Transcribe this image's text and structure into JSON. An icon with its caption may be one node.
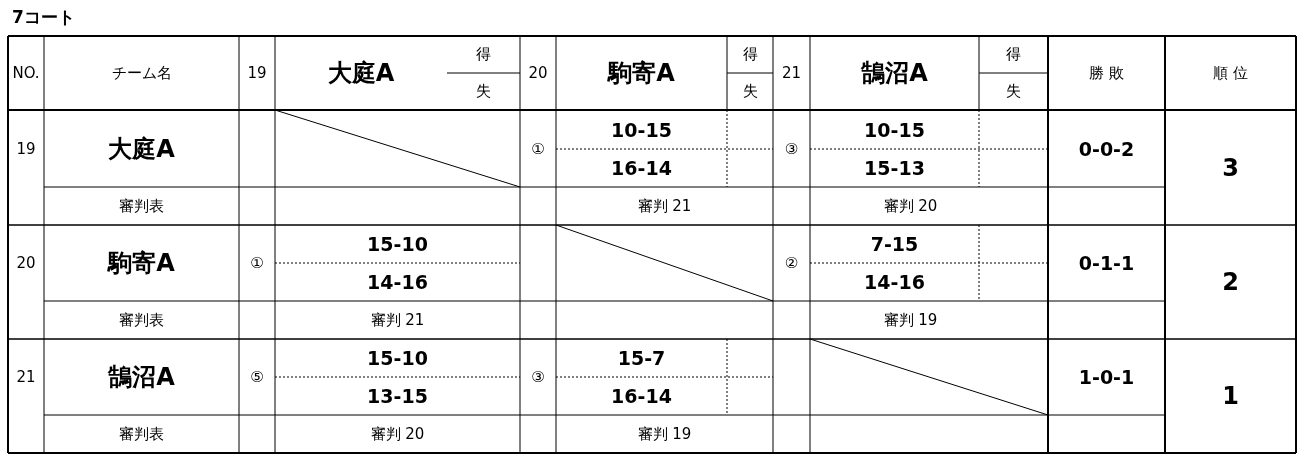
{
  "diagram": {
    "title": "7コート",
    "labels": [
      "NO.",
      "チーム名",
      "19",
      "大庭A",
      "得",
      "失",
      "20",
      "駒寄A",
      "得",
      "失",
      "21",
      "鵠沼A",
      "得",
      "失",
      "勝 敗",
      "順 位",
      "19",
      "大庭A",
      "①",
      "10-15",
      "16-14",
      "③",
      "10-15",
      "15-13",
      "0-0-2",
      "3",
      "審判表",
      "審判 21",
      "審判 20",
      "20",
      "駒寄A",
      "①",
      "15-10",
      "14-16",
      "②",
      "7-15",
      "14-16",
      "0-1-1",
      "2",
      "審判表",
      "審判 21",
      "審判 19",
      "21",
      "鵠沼A",
      "⑤",
      "15-10",
      "13-15",
      "③",
      "15-7",
      "16-14",
      "1-0-1",
      "1",
      "審判表",
      "審判 20",
      "審判 19"
    ]
  }
}
